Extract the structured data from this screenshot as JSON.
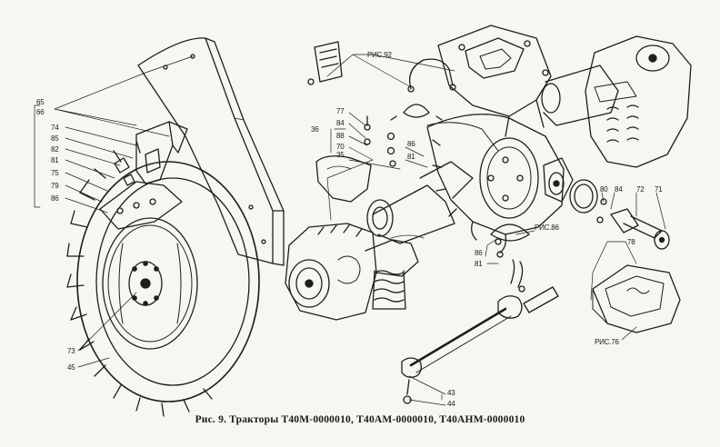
{
  "caption": "Рис. 9. Тракторы Т40М-0000010, Т40АМ-0000010, Т40АНМ-0000010",
  "callouts": {
    "c65": "65",
    "c66": "66",
    "c74": "74",
    "c85": "85",
    "c82": "82",
    "c81a": "81",
    "c75": "75",
    "c79": "79",
    "c86a": "86",
    "c73": "73",
    "c45": "45",
    "c36": "36",
    "c77": "77",
    "c84a": "84",
    "c88": "88",
    "c70": "70",
    "c35": "35",
    "c86b": "86",
    "c81b": "81",
    "c86c": "86",
    "c81c": "81",
    "c80": "80",
    "c84b": "84",
    "c72": "72",
    "c71": "71",
    "c78": "78",
    "c43": "43",
    "c44": "44"
  },
  "refs": {
    "r92": "РИС.92",
    "r86": "РИС.86",
    "r76": "РИС.76"
  }
}
